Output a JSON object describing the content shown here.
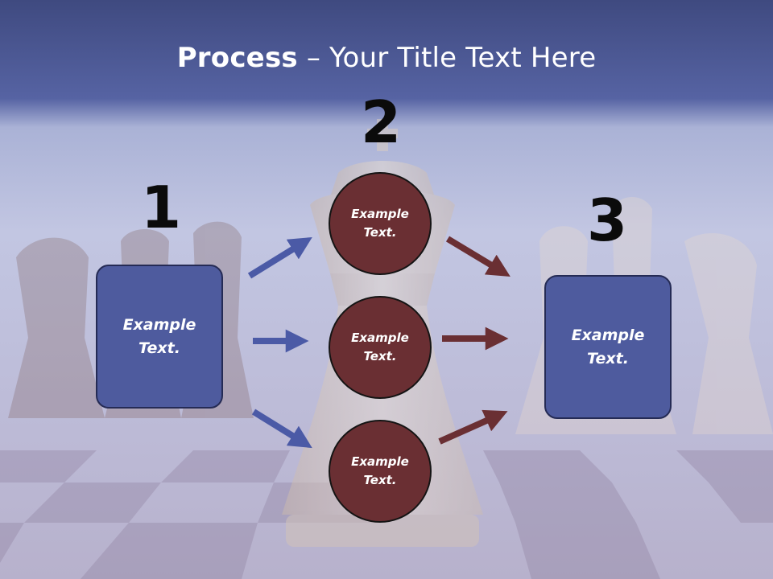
{
  "title": {
    "bold": "Process",
    "rest": " – Your Title Text Here"
  },
  "steps": [
    {
      "number": "1",
      "text": "Example Text."
    },
    {
      "number": "2",
      "items": [
        "Example Text.",
        "Example Text.",
        "Example Text."
      ]
    },
    {
      "number": "3",
      "text": "Example Text."
    }
  ],
  "colors": {
    "header": "#4a5898",
    "box_fill": "#4e5b9e",
    "circle_fill": "#6a2f33",
    "arrow_blue": "#4b5aa6",
    "arrow_red": "#6a2f33"
  }
}
